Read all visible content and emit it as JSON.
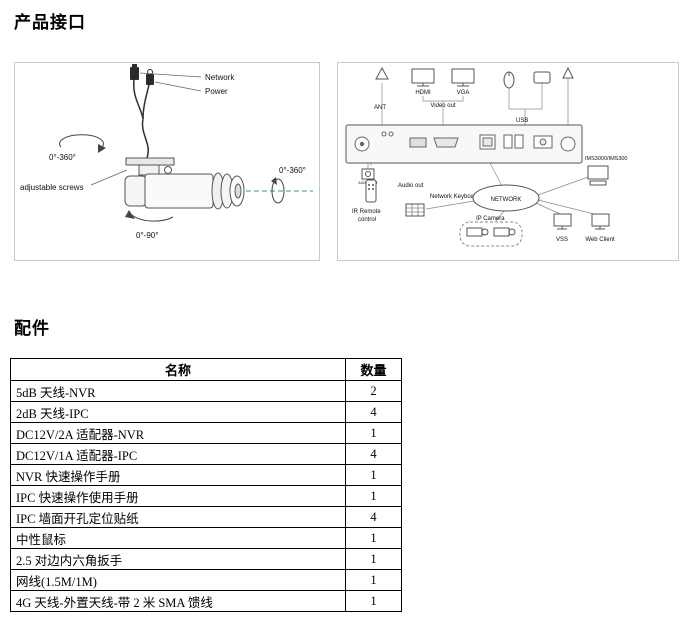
{
  "sections": {
    "product_interface": "产品接口",
    "accessories": "配件"
  },
  "camera_diagram": {
    "network": "Network",
    "power": "Power",
    "rotate_top": "0°-360°",
    "adjustable_screws": "adjustable screws",
    "rotate_axis": "0°-360°",
    "rotate_down": "0°-90°"
  },
  "nvr_diagram": {
    "ant": "ANT",
    "hdmi": "HDMI",
    "vga": "VGA",
    "video_out": "Video out",
    "usb": "USB",
    "model": "IMS3000/IMS300",
    "audio_out_port": "AUDIO OUT",
    "audio_out": "Audio out",
    "network_keyboard": "Network Keyboard",
    "network_cloud": "NETWORK",
    "ir_remote_line1": "IR Remote",
    "ir_remote_line2": "control",
    "ip_camera": "IP Camera",
    "vss": "VSS",
    "web_client": "Web Client"
  },
  "table": {
    "headers": [
      "名称",
      "数量"
    ],
    "rows": [
      {
        "name": "5dB 天线-NVR",
        "qty": "2"
      },
      {
        "name": "2dB 天线-IPC",
        "qty": "4"
      },
      {
        "name": "DC12V/2A 适配器-NVR",
        "qty": "1"
      },
      {
        "name": "DC12V/1A 适配器-IPC",
        "qty": "4"
      },
      {
        "name": "NVR 快速操作手册",
        "qty": "1"
      },
      {
        "name": "IPC 快速操作使用手册",
        "qty": "1"
      },
      {
        "name": "IPC 墙面开孔定位贴纸",
        "qty": "4"
      },
      {
        "name": "中性鼠标",
        "qty": "1"
      },
      {
        "name": "2.5 对边内六角扳手",
        "qty": "1"
      },
      {
        "name": "网线(1.5M/1M)",
        "qty": "1"
      },
      {
        "name": "4G 天线-外置天线-带 2 米 SMA 馈线",
        "qty": "1"
      }
    ]
  }
}
